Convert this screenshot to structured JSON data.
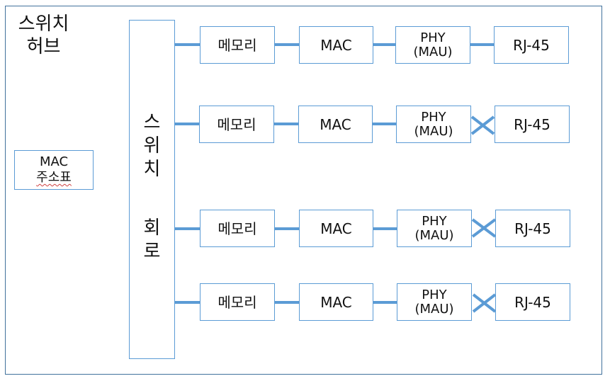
{
  "title": {
    "line1": "스위치",
    "line2": "허브"
  },
  "mac_table": {
    "line1": "MAC",
    "line2": "주소표"
  },
  "switch_circuit": {
    "chars": [
      "스",
      "위",
      "치",
      "회",
      "로"
    ]
  },
  "rows": [
    {
      "memory": "메모리",
      "mac": "MAC",
      "phy_line1": "PHY",
      "phy_line2": "(MAU)",
      "rj45": "RJ-45",
      "crossed": false
    },
    {
      "memory": "메모리",
      "mac": "MAC",
      "phy_line1": "PHY",
      "phy_line2": "(MAU)",
      "rj45": "RJ-45",
      "crossed": true
    },
    {
      "memory": "메모리",
      "mac": "MAC",
      "phy_line1": "PHY",
      "phy_line2": "(MAU)",
      "rj45": "RJ-45",
      "crossed": true
    },
    {
      "memory": "메모리",
      "mac": "MAC",
      "phy_line1": "PHY",
      "phy_line2": "(MAU)",
      "rj45": "RJ-45",
      "crossed": true
    }
  ],
  "colors": {
    "frame": "#41719c",
    "link": "#5b9bd5",
    "box_border": "#5b9bd5"
  }
}
